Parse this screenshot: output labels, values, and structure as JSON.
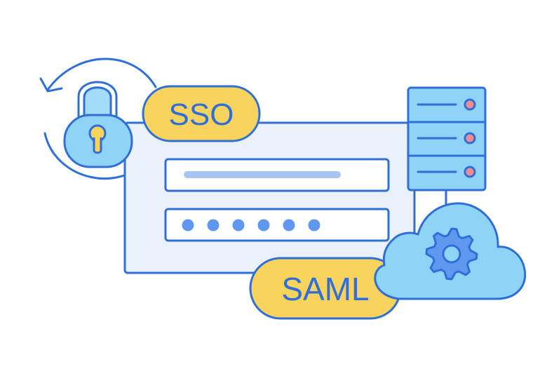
{
  "badges": {
    "sso": "SSO",
    "saml": "SAML"
  },
  "password": {
    "masked_char_count": 6
  },
  "icons": [
    "lock-icon",
    "refresh-cycle-icon",
    "server-rack-icon",
    "cloud-icon",
    "gear-icon"
  ],
  "colors": {
    "stroke": "#2f6fd6",
    "accent_yellow": "#f8d35e",
    "accent_light_blue": "#8fd3f7",
    "panel_fill": "#eaf1fb",
    "field_bar": "#a9c4f3",
    "password_dot": "#5f98ee",
    "server_led": "#f08a93"
  }
}
